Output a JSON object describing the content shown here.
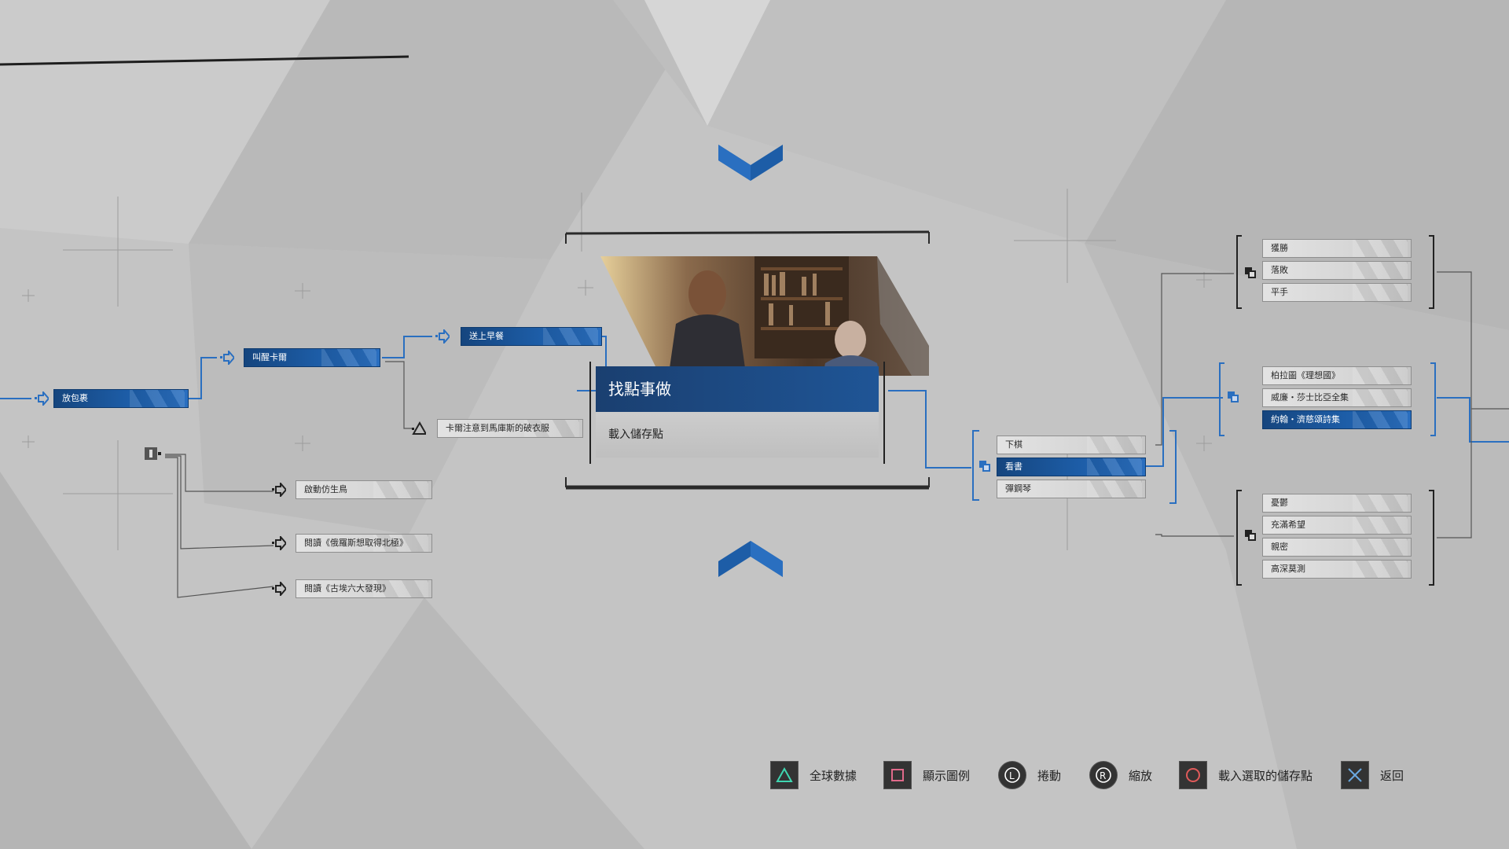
{
  "left_nodes": {
    "bag": "放包裹",
    "wake": "叫醒卡爾",
    "breakfast": "送上早餐",
    "carl_clothes": "卡爾注意到馬庫斯的破衣服",
    "bird": "啟動仿生鳥",
    "read_russia": "閱讀《俄羅斯想取得北極》",
    "read_egypt": "閱讀《古埃六大發現》"
  },
  "main_card": {
    "title": "找點事做",
    "subtitle": "載入儲存點"
  },
  "middle_choices": [
    "下棋",
    "看書",
    "彈鋼琴"
  ],
  "right_groups": {
    "outcome": [
      "獲勝",
      "落敗",
      "平手"
    ],
    "books": [
      "柏拉圖《理想國》",
      "威廉・莎士比亞全集",
      "約翰・濟慈頌詩集"
    ],
    "moods": [
      "憂鬱",
      "充滿希望",
      "親密",
      "高深莫測"
    ]
  },
  "hints": {
    "global": "全球數據",
    "legend": "顯示圖例",
    "scroll": "捲動",
    "zoom": "縮放",
    "load": "載入選取的儲存點",
    "back": "返回"
  },
  "button_icons": {
    "triangle": "triangle-icon",
    "square": "square-icon",
    "l_stick": "l-stick-icon",
    "r_stick": "r-stick-icon",
    "circle": "circle-icon",
    "cross": "cross-icon"
  },
  "colors": {
    "accent": "#1d5da7",
    "triangle": "#3fd6b0",
    "square": "#e06a8a",
    "circle": "#e05a5a",
    "cross": "#6aa8e0"
  }
}
